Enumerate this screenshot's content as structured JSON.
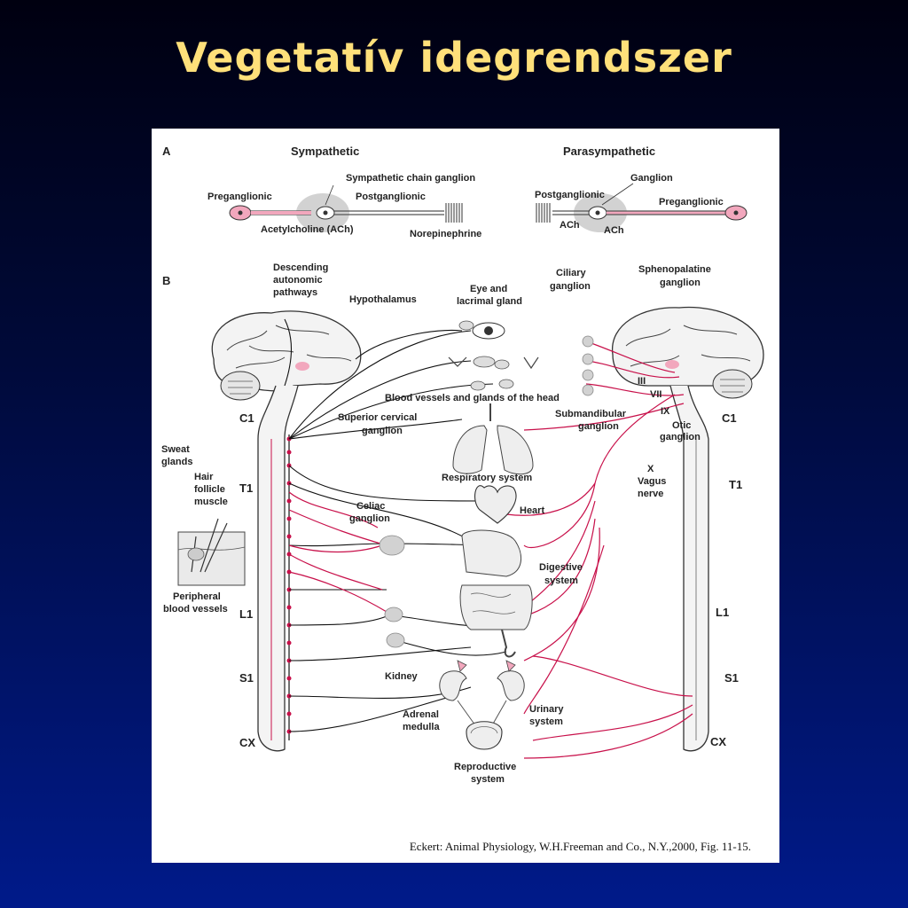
{
  "slide_title": "Vegetatív idegrendszer",
  "caption": "Eckert: Animal Physiology, W.H.Freeman and Co., N.Y.,2000, Fig. 11-15.",
  "panel_a": {
    "letter": "A",
    "sympathetic_heading": "Sympathetic",
    "parasympathetic_heading": "Parasympathetic",
    "symp_chain_ganglion": "Sympathetic chain ganglion",
    "symp_preganglionic": "Preganglionic",
    "symp_postganglionic": "Postganglionic",
    "symp_ach": "Acetylcholine (ACh)",
    "symp_ne": "Norepinephrine",
    "para_ganglion": "Ganglion",
    "para_postganglionic": "Postganglionic",
    "para_preganglionic": "Preganglionic",
    "para_ach_1": "ACh",
    "para_ach_2": "ACh"
  },
  "panel_b": {
    "letter": "B",
    "descending_1": "Descending",
    "descending_2": "autonomic",
    "descending_3": "pathways",
    "hypothalamus": "Hypothalamus",
    "eye_1": "Eye and",
    "eye_2": "lacrimal gland",
    "ciliary_1": "Ciliary",
    "ciliary_2": "ganglion",
    "spheno_1": "Sphenopalatine",
    "spheno_2": "ganglion",
    "blood_vessels_head": "Blood vessels and glands of the head",
    "superior_cervical_1": "Superior cervical",
    "superior_cervical_2": "ganglion",
    "submandibular_1": "Submandibular",
    "submandibular_2": "ganglion",
    "otic_1": "Otic",
    "otic_2": "ganglion",
    "sweat_1": "Sweat",
    "sweat_2": "glands",
    "hair_1": "Hair",
    "hair_2": "follicle",
    "hair_3": "muscle",
    "respiratory": "Respiratory system",
    "vagus_1": "X",
    "vagus_2": "Vagus",
    "vagus_3": "nerve",
    "heart": "Heart",
    "celiac_1": "Celiac",
    "celiac_2": "ganglion",
    "digestive_1": "Digestive",
    "digestive_2": "system",
    "peripheral_1": "Peripheral",
    "peripheral_2": "blood vessels",
    "kidney": "Kidney",
    "adrenal_1": "Adrenal",
    "adrenal_2": "medulla",
    "urinary_1": "Urinary",
    "urinary_2": "system",
    "reproductive_1": "Reproductive",
    "reproductive_2": "system",
    "cn_iii": "III",
    "cn_vii": "VII",
    "cn_ix": "IX",
    "left_c1": "C1",
    "left_t1": "T1",
    "left_l1": "L1",
    "left_s1": "S1",
    "left_cx": "CX",
    "right_c1": "C1",
    "right_t1": "T1",
    "right_l1": "L1",
    "right_s1": "S1",
    "right_cx": "CX"
  },
  "colors": {
    "parasympathetic_fiber": "#c8104a",
    "sympathetic_fiber": "#111111",
    "neuron_pink": "#f2a7bd",
    "ganglion_gray": "#d2d2d2",
    "title": "#ffe07a"
  }
}
